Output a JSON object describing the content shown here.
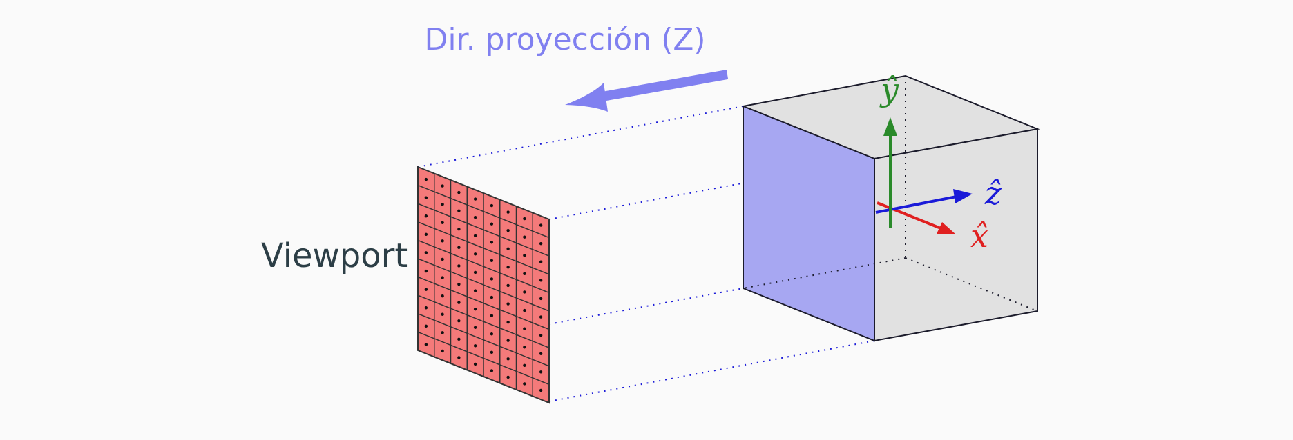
{
  "title": "Dir. proyección (Z)",
  "viewport_label": "Viewport",
  "axes": {
    "x": "x̂",
    "y": "ŷ",
    "z": "ẑ"
  },
  "grid": {
    "rows": 10,
    "cols": 8
  },
  "colors": {
    "background": "#fafafa",
    "projection_arrow": "#8080f0",
    "title": "#8080f0",
    "viewport_fill": "#f47a7a",
    "cube_side_face": "#a7a7f2",
    "cube_faces": "#e1e1e1",
    "axis_x": "#e02020",
    "axis_y": "#2a8a2a",
    "axis_z": "#1a1ad8",
    "viewport_text": "#2c3e46",
    "projection_lines": "#1a1ad8"
  }
}
